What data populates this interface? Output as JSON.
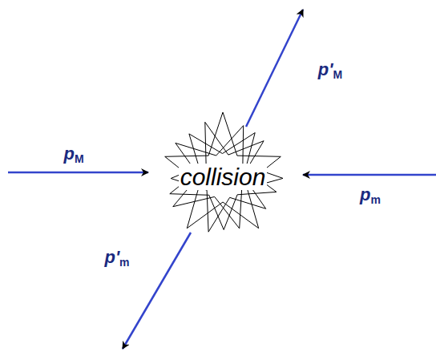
{
  "diagram": {
    "nodes": [
      {
        "text": [
          "collision"
        ]
      }
    ],
    "labels": [
      "pM",
      "p'M",
      "pm",
      "p'm"
    ]
  }
}
